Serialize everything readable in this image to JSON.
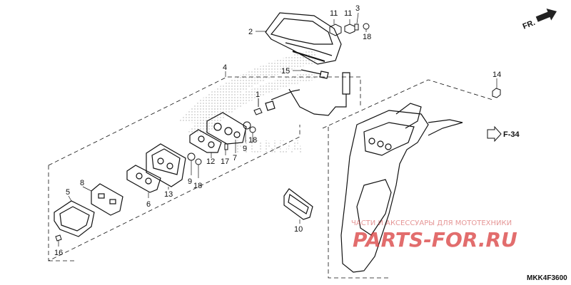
{
  "callouts": {
    "c1": "1",
    "c2": "2",
    "c3": "3",
    "c4": "4",
    "c5": "5",
    "c6": "6",
    "c7": "7",
    "c8": "8",
    "c9a": "9",
    "c9b": "9",
    "c10": "10",
    "c11a": "11",
    "c11b": "11",
    "c12": "12",
    "c13": "13",
    "c14": "14",
    "c15": "15",
    "c16": "16",
    "c17": "17",
    "c18a": "18",
    "c18b": "18",
    "c18c": "18"
  },
  "labels": {
    "front": "FR.",
    "ref": "F-34",
    "code": "MKK4F3600"
  },
  "watermark": {
    "small": "ЧАСТИ И АКСЕССУАРЫ ДЛЯ МОТОТЕХНИКИ",
    "big": "PARTS-FOR.RU"
  },
  "colors": {
    "line": "#111111",
    "watermark": "#d63030"
  }
}
